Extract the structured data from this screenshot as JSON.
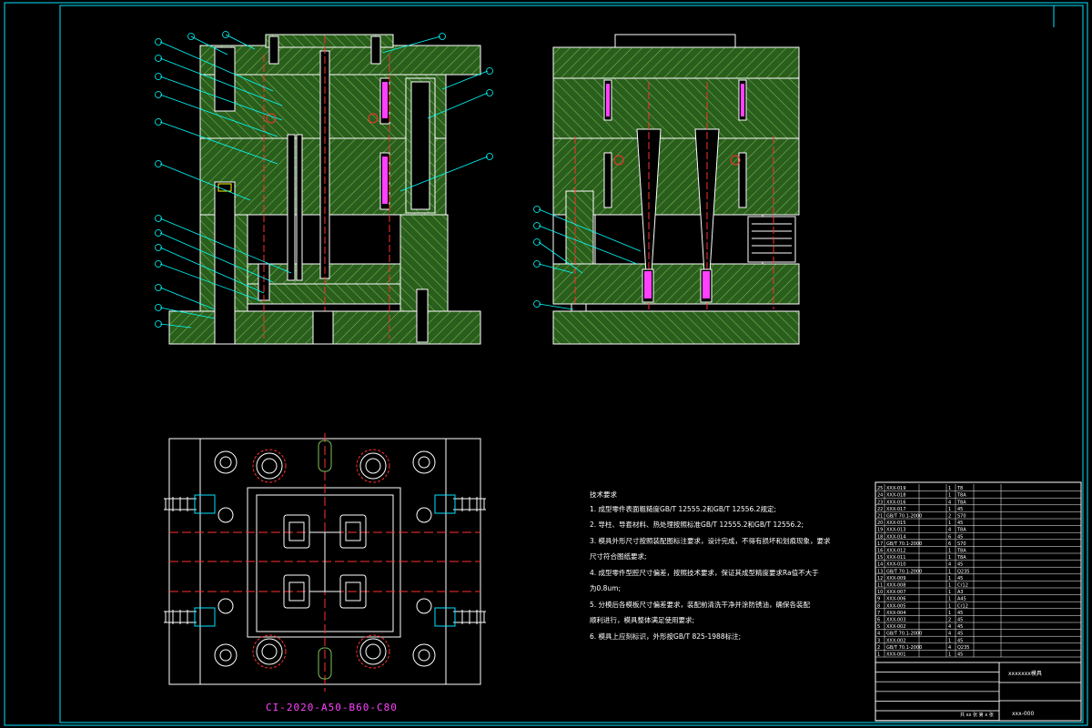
{
  "drawing": {
    "code_label": "CI-2020-A50-B60-C80",
    "tech_requirements": {
      "title": "技术要求",
      "items": [
        "1. 成型零件表面粗糙度GB/T 12555.2和GB/T 12556.2规定;",
        "2. 导柱、导套材料、热处理按照标准GB/T 12555.2和GB/T 12556.2;",
        "3. 模具外形尺寸按照装配图标注要求，设计完成，不得有损坏和划痕现象，要求",
        "    尺寸符合图纸要求;",
        "4. 成型零件型腔尺寸偏差，按照技术要求，保证其成型精度要求Ra值不大于",
        "    为0.8um;",
        "5. 分模后各模板尺寸偏差要求，装配前清洗干净并涂防锈油，确保各装配",
        "    顺利进行，模具整体满足使用要求;",
        "6. 模具上应刻标识，外形按GB/T 825-1988标注;"
      ]
    },
    "title_block": {
      "part_name": "xxxxxxx模具",
      "drawing_no": "xxx-000",
      "scale_note": "共 xx 张  第 x 张"
    },
    "bom_rows": [
      {
        "no": "25",
        "code": "XXX-019",
        "name": "",
        "qty": "1",
        "mat": "T8"
      },
      {
        "no": "24",
        "code": "XXX-018",
        "name": "",
        "qty": "1",
        "mat": "T8A"
      },
      {
        "no": "23",
        "code": "XXX-016",
        "name": "",
        "qty": "4",
        "mat": "T8A"
      },
      {
        "no": "22",
        "code": "XXX-017",
        "name": "",
        "qty": "1",
        "mat": "45"
      },
      {
        "no": "21",
        "code": "GB/T 70.1-2000",
        "name": "",
        "qty": "2",
        "mat": "S70"
      },
      {
        "no": "20",
        "code": "XXX-015",
        "name": "",
        "qty": "1",
        "mat": "45"
      },
      {
        "no": "19",
        "code": "XXX-013",
        "name": "",
        "qty": "4",
        "mat": "T8A"
      },
      {
        "no": "18",
        "code": "XXX-014",
        "name": "",
        "qty": "6",
        "mat": "45"
      },
      {
        "no": "17",
        "code": "GB/T 70.1-2000",
        "name": "",
        "qty": "6",
        "mat": "S70"
      },
      {
        "no": "16",
        "code": "XXX-012",
        "name": "",
        "qty": "1",
        "mat": "T8A"
      },
      {
        "no": "15",
        "code": "XXX-011",
        "name": "",
        "qty": "1",
        "mat": "T8A"
      },
      {
        "no": "14",
        "code": "XXX-010",
        "name": "",
        "qty": "4",
        "mat": "45"
      },
      {
        "no": "13",
        "code": "GB/T 70.1-2000",
        "name": "",
        "qty": "1",
        "mat": "Q235"
      },
      {
        "no": "12",
        "code": "XXX-009",
        "name": "",
        "qty": "1",
        "mat": "45"
      },
      {
        "no": "11",
        "code": "XXX-008",
        "name": "",
        "qty": "1",
        "mat": "Cr12"
      },
      {
        "no": "10",
        "code": "XXX-007",
        "name": "",
        "qty": "1",
        "mat": "A3"
      },
      {
        "no": "9",
        "code": "XXX-006",
        "name": "",
        "qty": "1",
        "mat": "A45"
      },
      {
        "no": "8",
        "code": "XXX-005",
        "name": "",
        "qty": "1",
        "mat": "Cr12"
      },
      {
        "no": "7",
        "code": "XXX-004",
        "name": "",
        "qty": "1",
        "mat": "45"
      },
      {
        "no": "6",
        "code": "XXX-003",
        "name": "",
        "qty": "2",
        "mat": "45"
      },
      {
        "no": "5",
        "code": "XXX-002",
        "name": "",
        "qty": "4",
        "mat": "45"
      },
      {
        "no": "4",
        "code": "GB/T 70.1-2000",
        "name": "",
        "qty": "4",
        "mat": "45"
      },
      {
        "no": "3",
        "code": "XXX-002",
        "name": "",
        "qty": "1",
        "mat": "45"
      },
      {
        "no": "2",
        "code": "GB/T 70.1-2000",
        "name": "",
        "qty": "4",
        "mat": "Q235"
      },
      {
        "no": "1",
        "code": "XXX-001",
        "name": "",
        "qty": "1",
        "mat": "45"
      }
    ],
    "colors": {
      "outline": "#ffffff",
      "hatch": "#2a6a1e",
      "hatch_line": "#7fbf5a",
      "leader": "#00ffff",
      "center": "#ff3030",
      "accent": "#ff40ff",
      "frame": "#00e5ff"
    }
  }
}
